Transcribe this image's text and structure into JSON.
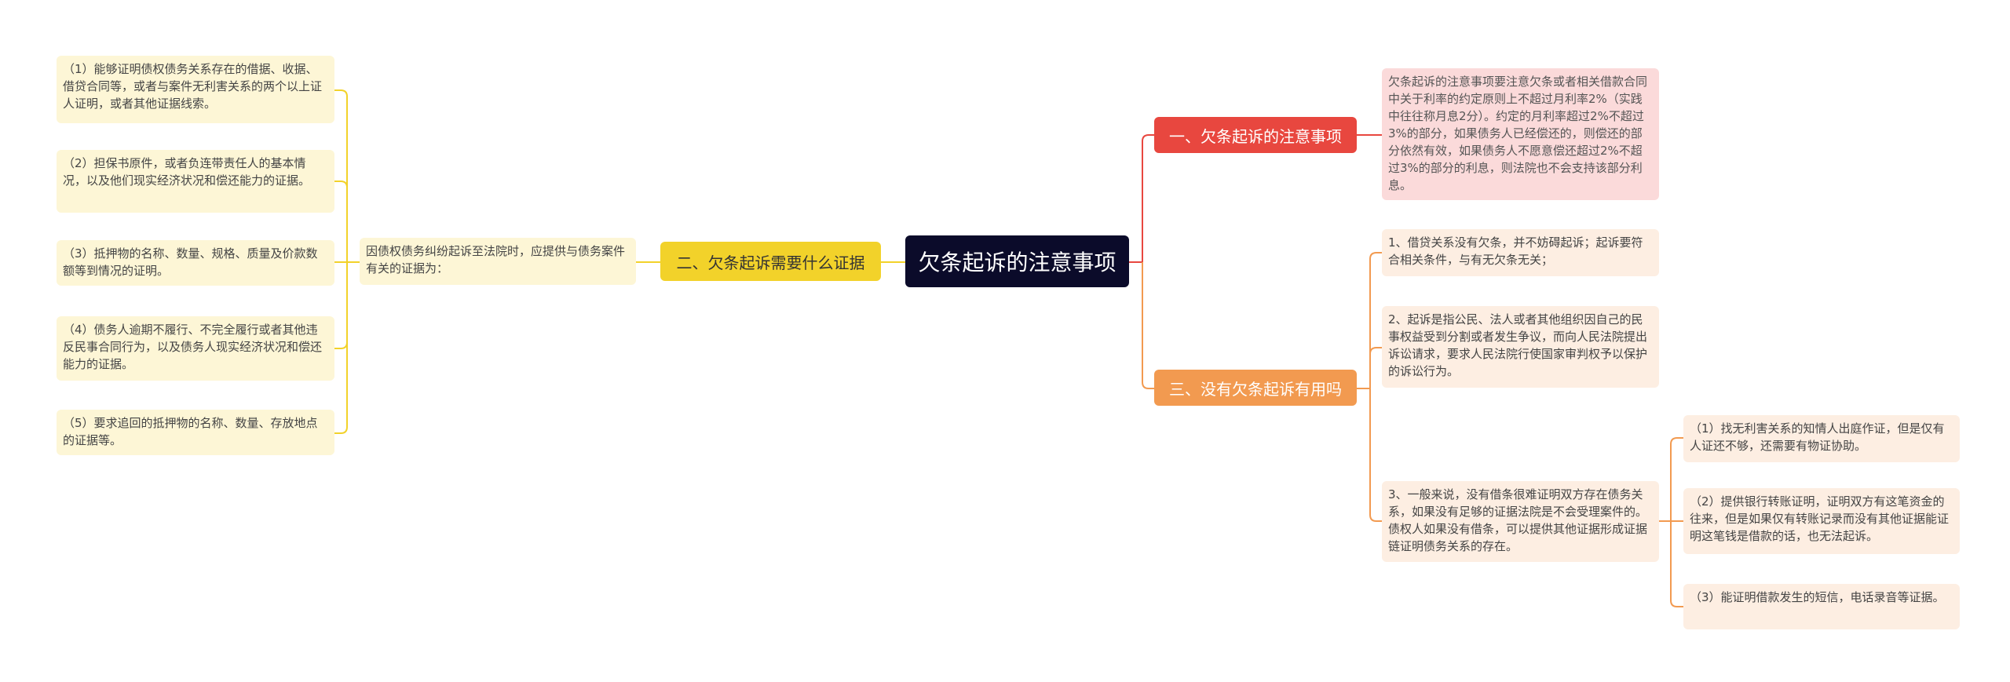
{
  "central": {
    "title": "欠条起诉的注意事项"
  },
  "branches": {
    "b1": {
      "label": "一、欠条起诉的注意事项",
      "leaf": "欠条起诉的注意事项要注意欠条或者相关借款合同中关于利率的约定原则上不超过月利率2%（实践中往往称月息2分）。约定的月利率超过2%不超过3%的部分，如果债务人已经偿还的，则偿还的部分依然有效，如果债务人不愿意偿还超过2%不超过3%的部分的利息，则法院也不会支持该部分利息。"
    },
    "b2": {
      "label": "二、欠条起诉需要什么证据",
      "intro": "因债权债务纠纷起诉至法院时，应提供与债务案件有关的证据为：",
      "items": [
        "（1）能够证明债权债务关系存在的借据、收据、借贷合同等，或者与案件无利害关系的两个以上证人证明，或者其他证据线索。",
        "（2）担保书原件，或者负连带责任人的基本情况，以及他们现实经济状况和偿还能力的证据。",
        "（3）抵押物的名称、数量、规格、质量及价款数额等到情况的证明。",
        "（4）债务人逾期不履行、不完全履行或者其他违反民事合同行为，以及债务人现实经济状况和偿还能力的证据。",
        "（5）要求追回的抵押物的名称、数量、存放地点的证据等。"
      ]
    },
    "b3": {
      "label": "三、没有欠条起诉有用吗",
      "items": [
        "1、借贷关系没有欠条，并不妨碍起诉；起诉要符合相关条件，与有无欠条无关；",
        "2、起诉是指公民、法人或者其他组织因自己的民事权益受到分割或者发生争议，而向人民法院提出诉讼请求，要求人民法院行使国家审判权予以保护的诉讼行为。",
        "3、一般来说，没有借条很难证明双方存在债务关系，如果没有足够的证据法院是不会受理案件的。债权人如果没有借条，可以提供其他证据形成证据链证明债务关系的存在。"
      ],
      "sub_items": [
        "（1）找无利害关系的知情人出庭作证，但是仅有人证还不够，还需要有物证协助。",
        "（2）提供银行转账证明，证明双方有这笔资金的往来，但是如果仅有转账记录而没有其他证据能证明这笔钱是借款的话，也无法起诉。",
        "（3）能证明借款发生的短信，电话录音等证据。"
      ]
    }
  },
  "colors": {
    "central_bg": "#0b0b2a",
    "branch1": "#e8473f",
    "branch2": "#f2d22a",
    "branch3": "#f29a50",
    "leaf1_bg": "#fbdada",
    "leaf2_bg": "#fdf6d6",
    "leaf3_bg": "#fdeee2"
  }
}
